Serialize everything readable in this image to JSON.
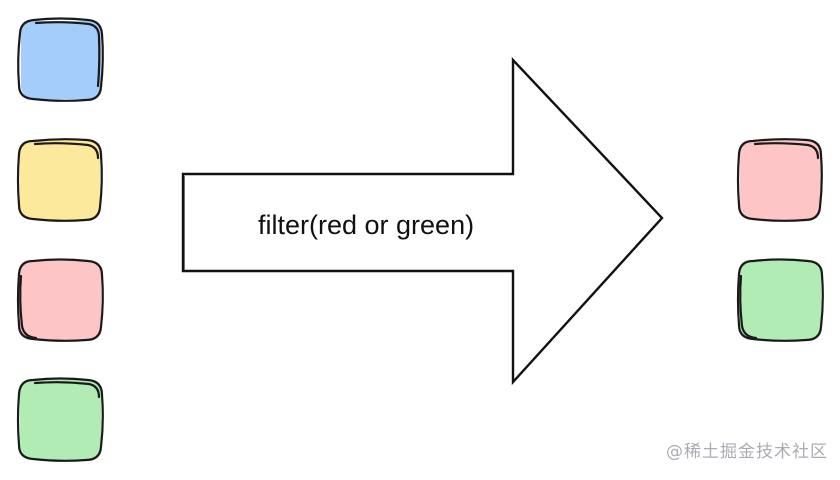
{
  "diagram": {
    "arrow_label": "filter(red or green)",
    "input_items": [
      {
        "color_name": "blue",
        "fill": "#a5cdfb"
      },
      {
        "color_name": "yellow",
        "fill": "#fde99b"
      },
      {
        "color_name": "red",
        "fill": "#fdc5c5"
      },
      {
        "color_name": "green",
        "fill": "#b1ecb5"
      }
    ],
    "output_items": [
      {
        "color_name": "red",
        "fill": "#fdc5c5"
      },
      {
        "color_name": "green",
        "fill": "#b1ecb5"
      }
    ]
  },
  "watermark": "@稀土掘金技术社区"
}
